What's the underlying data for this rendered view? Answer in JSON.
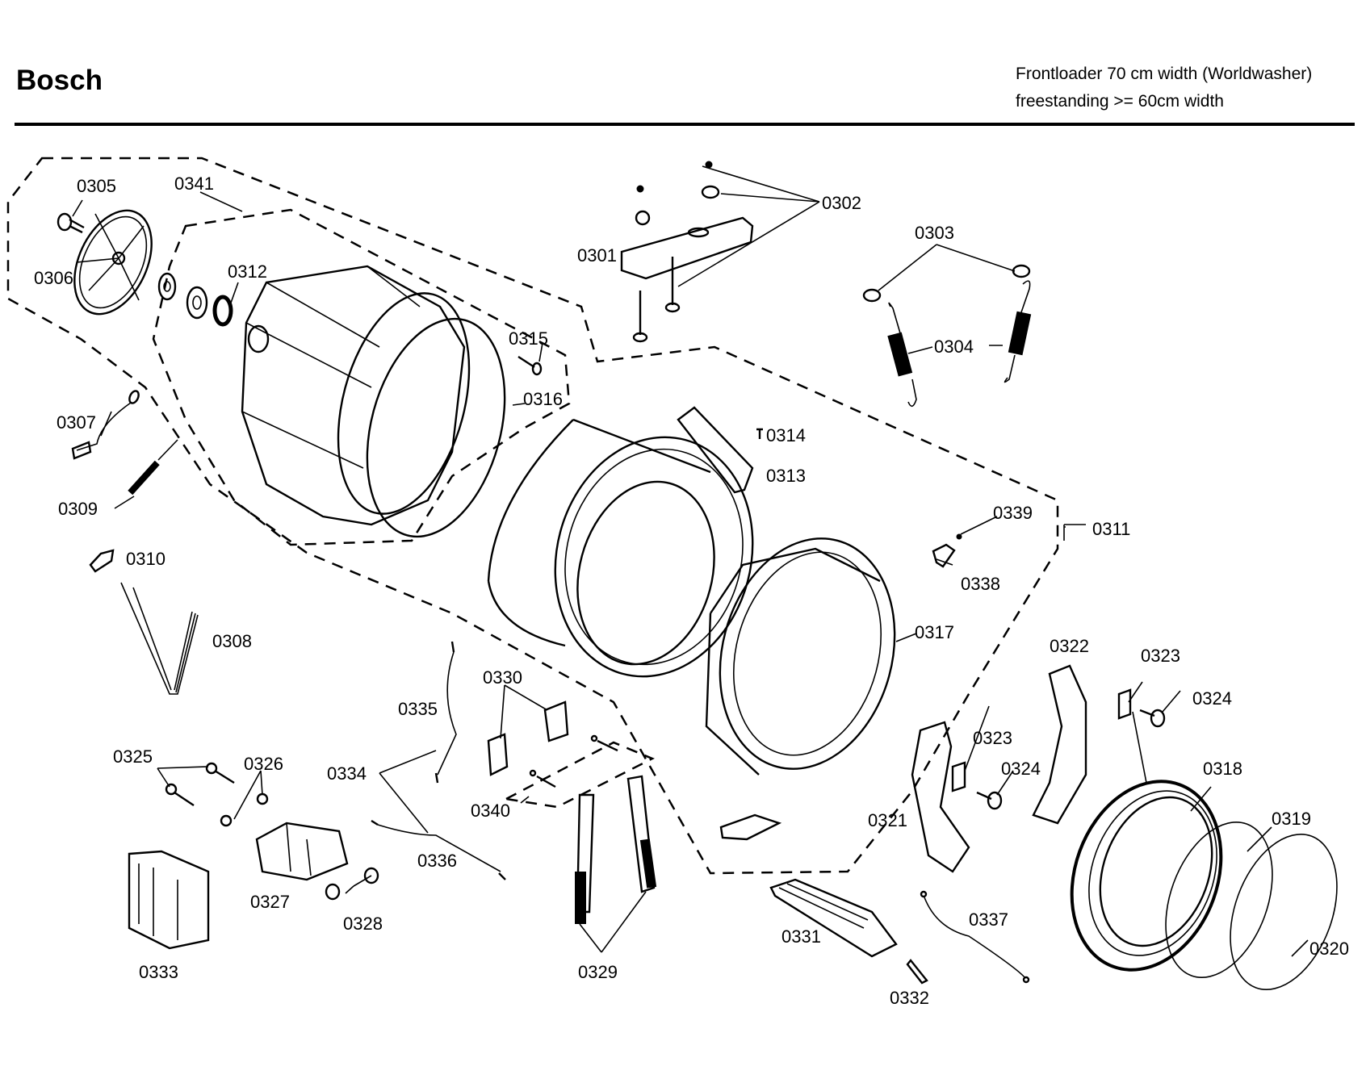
{
  "header": {
    "brand": "Bosch",
    "model_line_1": "Frontloader 70 cm width (Worldwasher)",
    "model_line_2": "freestanding >= 60cm width"
  },
  "labels": {
    "p0301": "0301",
    "p0302": "0302",
    "p0303": "0303",
    "p0304": "0304",
    "p0305": "0305",
    "p0306": "0306",
    "p0307": "0307",
    "p0308": "0308",
    "p0309": "0309",
    "p0310": "0310",
    "p0311": "0311",
    "p0312": "0312",
    "p0313": "0313",
    "p0314": "0314",
    "p0315": "0315",
    "p0316": "0316",
    "p0317": "0317",
    "p0318": "0318",
    "p0319": "0319",
    "p0320": "0320",
    "p0321": "0321",
    "p0322": "0322",
    "p0323a": "0323",
    "p0323b": "0323",
    "p0324a": "0324",
    "p0324b": "0324",
    "p0325": "0325",
    "p0326": "0326",
    "p0327": "0327",
    "p0328": "0328",
    "p0329": "0329",
    "p0330": "0330",
    "p0331": "0331",
    "p0332": "0332",
    "p0333": "0333",
    "p0334": "0334",
    "p0335": "0335",
    "p0336": "0336",
    "p0337": "0337",
    "p0338": "0338",
    "p0339": "0339",
    "p0340": "0340",
    "p0341": "0341"
  }
}
